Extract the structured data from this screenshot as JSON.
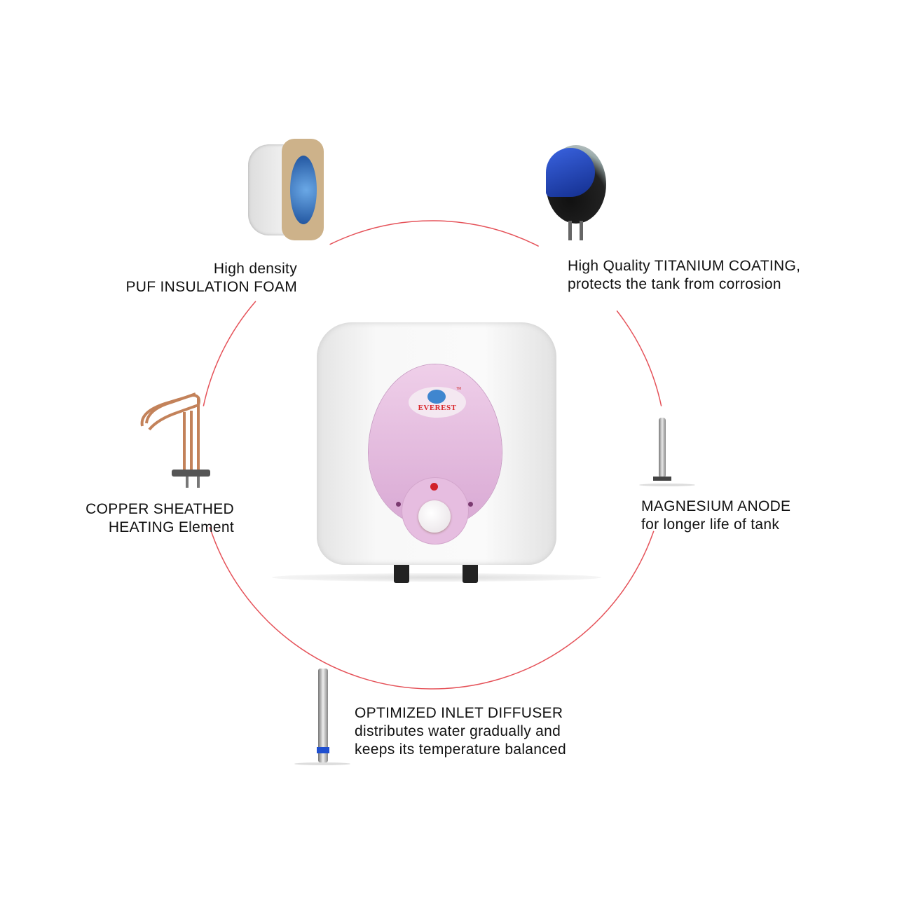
{
  "colors": {
    "ring": "#e0343c",
    "panel": "#dcaed6",
    "body": "#f3f3f3",
    "brand_text": "#d8262b",
    "brand_logo": "#3f86cf"
  },
  "product": {
    "brand": "EVEREST",
    "trademark": "TM"
  },
  "features": [
    {
      "id": "puf",
      "icon": "insulation-foam-icon",
      "lines": [
        "High density",
        "PUF INSULATION FOAM"
      ]
    },
    {
      "id": "titanium",
      "icon": "titanium-tank-icon",
      "lines": [
        "High Quality TITANIUM COATING,",
        "protects the tank from corrosion"
      ]
    },
    {
      "id": "copper",
      "icon": "heating-element-icon",
      "lines": [
        "COPPER SHEATHED",
        "HEATING Element"
      ]
    },
    {
      "id": "anode",
      "icon": "magnesium-anode-icon",
      "lines": [
        "MAGNESIUM ANODE",
        "for longer life of tank"
      ]
    },
    {
      "id": "diffuser",
      "icon": "inlet-diffuser-icon",
      "lines": [
        "OPTIMIZED INLET DIFFUSER",
        "distributes water gradually and",
        "keeps its temperature balanced"
      ]
    }
  ]
}
